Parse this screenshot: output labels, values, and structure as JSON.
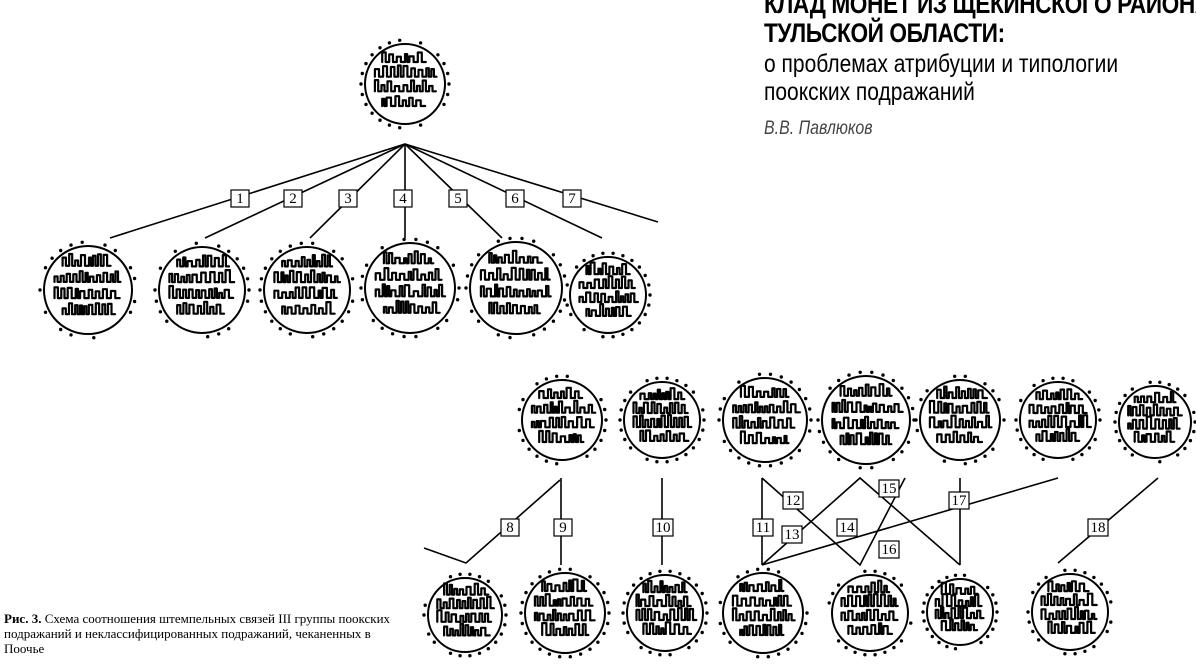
{
  "header": {
    "title_lines": [
      "КЛАД МОНЕТ ИЗ ЩЕКИНСКОГО РАЙОНА",
      "ТУЛЬСКОЙ ОБЛАСТИ:"
    ],
    "subtitle_lines": [
      "о проблемах атрибуции и типологии",
      "поокских подражаний"
    ],
    "author": "В.В. Павлюков"
  },
  "caption": {
    "label": "Рис. 3.",
    "text": "Схема соотношения штемпельных связей III группы поокских подражаний и неклассифицированных подражаний, чеканенных в Поочье"
  },
  "links": {
    "group_a": [
      "1",
      "2",
      "3",
      "4",
      "5",
      "6",
      "7"
    ],
    "group_b": [
      "8",
      "9",
      "10",
      "11",
      "12",
      "13",
      "14",
      "15",
      "16",
      "17",
      "18"
    ]
  }
}
